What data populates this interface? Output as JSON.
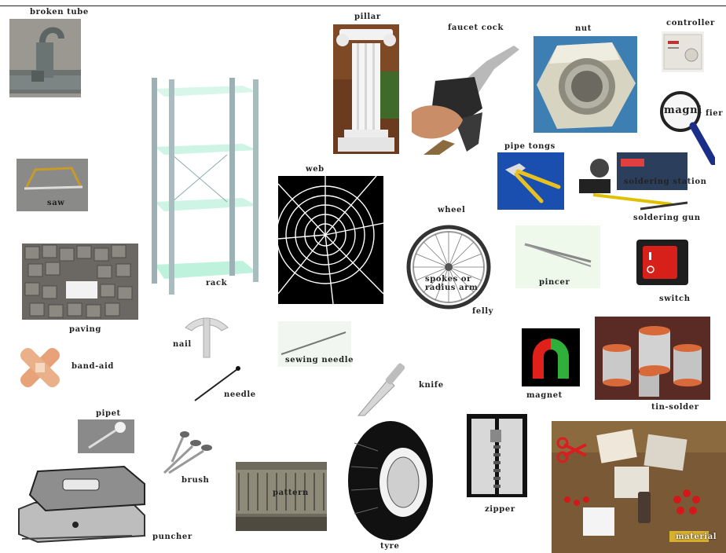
{
  "labels": {
    "broken_tube": "broken tube",
    "pillar": "pillar",
    "faucet_cock": "faucet cock",
    "nut": "nut",
    "controller": "controller",
    "magni": "magni",
    "fier": "fier",
    "saw": "saw",
    "rack": "rack",
    "web": "web",
    "wheel": "wheel",
    "pipe_tongs": "pipe tongs",
    "soldering_station": "soldering station",
    "soldering_gun": "soldering gun",
    "paving": "paving",
    "spokes": "spokes or",
    "radius_arm": "radius arm",
    "felly": "felly",
    "pincer": "pincer",
    "switch": "switch",
    "nail": "nail",
    "sewing_needle": "sewing needle",
    "band_aid": "band-aid",
    "needle": "needle",
    "knife": "knife",
    "magnet": "magnet",
    "tin_solder": "tin-solder",
    "pipet": "pipet",
    "brush": "brush",
    "pattern": "pattern",
    "zipper": "zipper",
    "tyre": "tyre",
    "puncher": "puncher",
    "material": "material"
  },
  "colors": {
    "label_text": "#222222",
    "background": "#ffffff"
  }
}
